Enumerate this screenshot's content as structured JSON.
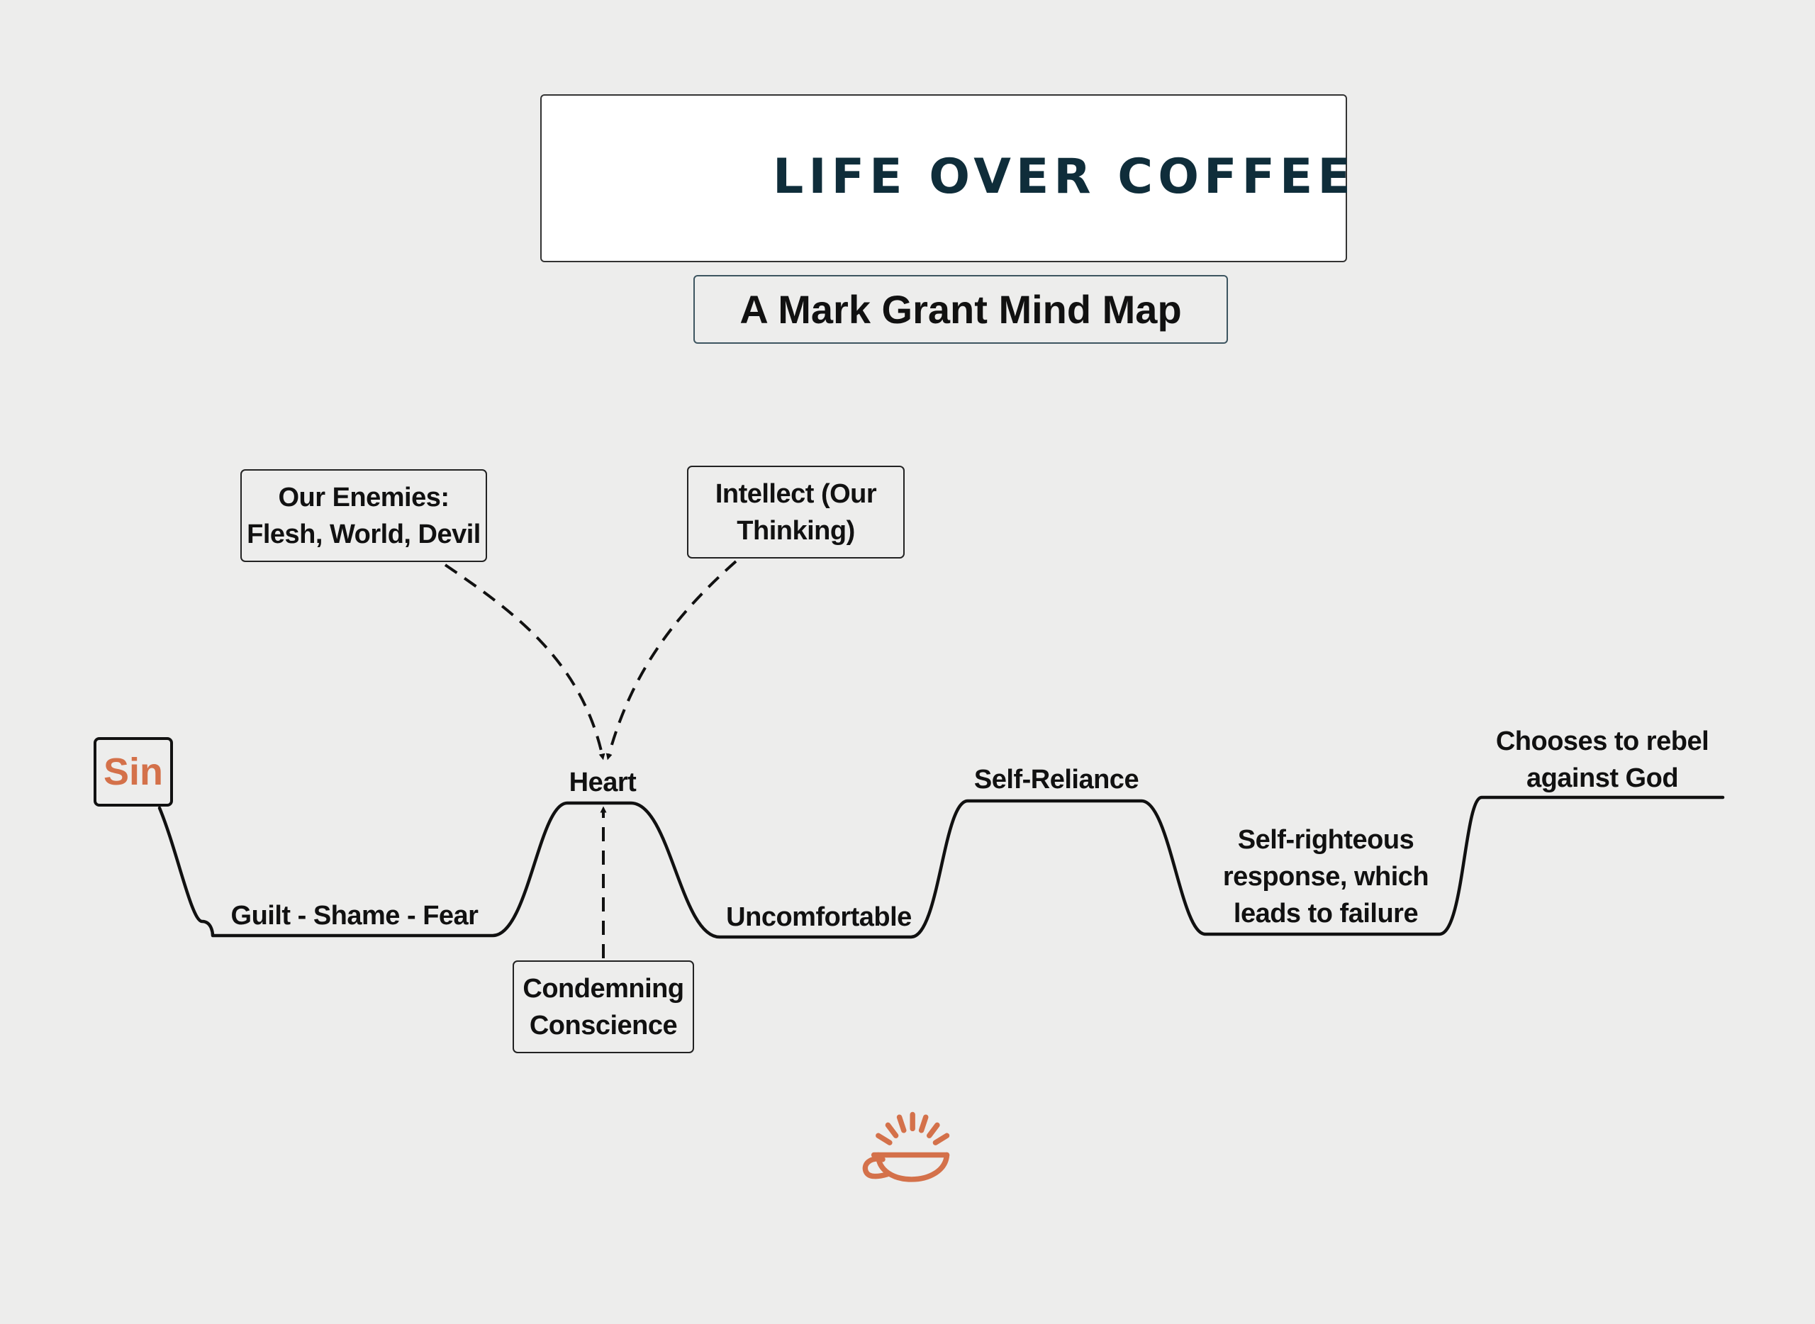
{
  "brand": {
    "name": "LIFE OVER COFFEE",
    "logo_icon": "coffee-cup-sunrise-icon",
    "accent_color": "#d4714a",
    "text_color": "#0f2d3a"
  },
  "subtitle": "A Mark Grant Mind Map",
  "nodes": {
    "sin": "Sin",
    "enemies": {
      "line1": "Our Enemies:",
      "line2": "Flesh, World, Devil"
    },
    "intellect": {
      "line1": "Intellect (Our",
      "line2": "Thinking)"
    },
    "conscience": {
      "line1": "Condemning",
      "line2": "Conscience"
    }
  },
  "path_labels": {
    "guilt": "Guilt - Shame - Fear",
    "heart": "Heart",
    "uncomfortable": "Uncomfortable",
    "self_reliance": "Self-Reliance",
    "self_righteous": {
      "line1": "Self-righteous",
      "line2": "response, which",
      "line3": "leads to failure"
    },
    "rebel": {
      "line1": "Chooses to rebel",
      "line2": "against God"
    }
  },
  "footer_icon": "coffee-cup-sunrise-icon"
}
